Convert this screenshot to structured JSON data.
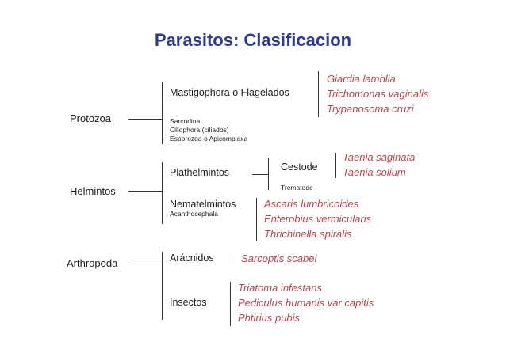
{
  "title": "Parasitos: Clasificacion",
  "groups": {
    "protozoa": {
      "label": "Protozoa",
      "mastigophora": "Mastigophora o Flagelados",
      "others": [
        "Sarcodina",
        "Ciliophora (ciliados)",
        "Esporozoa o Apicomplexa"
      ],
      "species": [
        "Giardia lamblia",
        "Trichomonas vaginalis",
        "Trypanosoma cruzi"
      ]
    },
    "helmintos": {
      "label": "Helmintos",
      "plathelmintos": "Plathelmintos",
      "cestode": "Cestode",
      "trematode": "Trematode",
      "cestode_species": [
        "Taenia saginata",
        "Taenia solium"
      ],
      "nematelmintos": "Nematelmintos",
      "acanthocephala": "Acanthocephala",
      "nematode_species": [
        "Ascaris lumbricoides",
        "Enterobius vermicularis",
        "Thrichinella spiralis"
      ]
    },
    "arthropoda": {
      "label": "Arthropoda",
      "aracnidos": "Arácnidos",
      "aracnidos_species": [
        "Sarcoptis scabei"
      ],
      "insectos": "Insectos",
      "insectos_species": [
        "Triatoma infestans",
        "Pediculus humanis var capitis",
        "Phtirius pubis"
      ]
    }
  },
  "colors": {
    "title": "#2e3a8c",
    "species": "#b5454f",
    "text": "#1a1a1a",
    "lines": "#333333"
  }
}
